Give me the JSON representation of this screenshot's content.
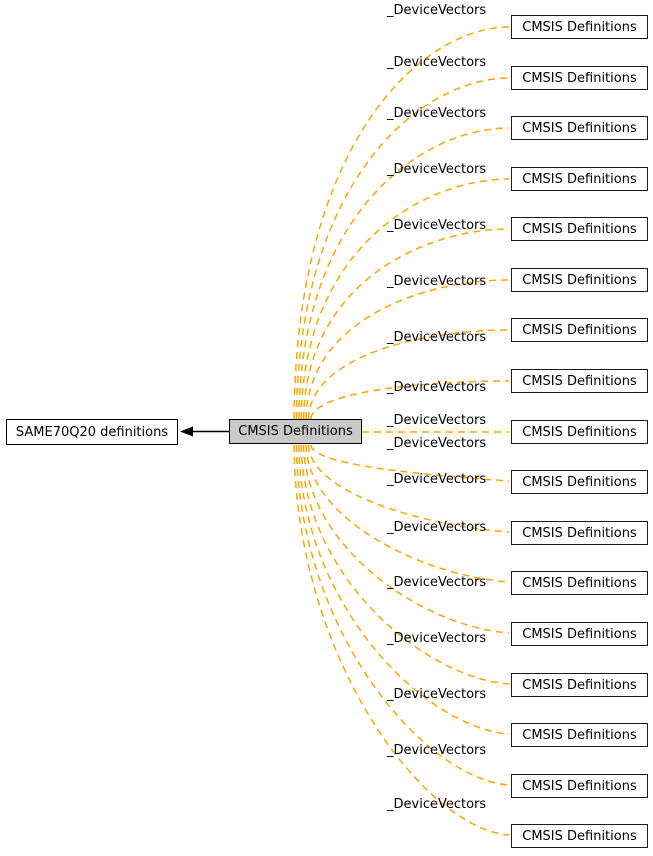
{
  "diagram": {
    "title": "CMSIS Definitions dependency graph",
    "left_node": {
      "label": "SAME70Q20 definitions"
    },
    "center_node": {
      "label": "CMSIS Definitions"
    },
    "right_nodes": [
      {
        "label": "CMSIS Definitions",
        "edge_label": "_DeviceVectors"
      },
      {
        "label": "CMSIS Definitions",
        "edge_label": "_DeviceVectors"
      },
      {
        "label": "CMSIS Definitions",
        "edge_label": "_DeviceVectors"
      },
      {
        "label": "CMSIS Definitions",
        "edge_label": "_DeviceVectors"
      },
      {
        "label": "CMSIS Definitions",
        "edge_label": "_DeviceVectors"
      },
      {
        "label": "CMSIS Definitions",
        "edge_label": "_DeviceVectors"
      },
      {
        "label": "CMSIS Definitions",
        "edge_label": "_DeviceVectors"
      },
      {
        "label": "CMSIS Definitions",
        "edge_label": "_DeviceVectors"
      },
      {
        "label": "CMSIS Definitions",
        "edge_label": "_DeviceVectors"
      },
      {
        "label": "CMSIS Definitions",
        "edge_label": "_DeviceVectors"
      },
      {
        "label": "CMSIS Definitions",
        "edge_label": "_DeviceVectors"
      },
      {
        "label": "CMSIS Definitions",
        "edge_label": "_DeviceVectors"
      },
      {
        "label": "CMSIS Definitions",
        "edge_label": "_DeviceVectors"
      },
      {
        "label": "CMSIS Definitions",
        "edge_label": "_DeviceVectors"
      },
      {
        "label": "CMSIS Definitions",
        "edge_label": "_DeviceVectors"
      },
      {
        "label": "CMSIS Definitions",
        "edge_label": "_DeviceVectors"
      },
      {
        "label": "CMSIS Definitions",
        "edge_label": "_DeviceVectors"
      }
    ],
    "colors": {
      "dashed_edge": "#ffa500",
      "solid_edge": "#000000",
      "center_node_fill": "#c9c9c9",
      "node_fill": "#ffffff",
      "node_border": "#1c1c1c",
      "text": "#000000",
      "background": "#ffffff"
    }
  }
}
